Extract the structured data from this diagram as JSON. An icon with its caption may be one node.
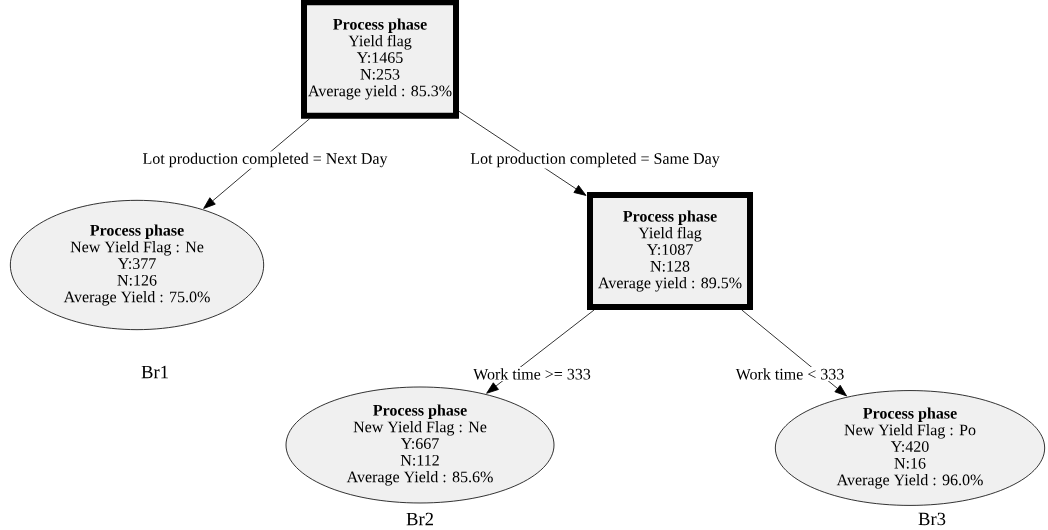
{
  "diagram": {
    "nodes": [
      {
        "text": [
          "Process phase",
          "Yield flag",
          "Y:1465",
          "N:253",
          "Average yield : 85.3%"
        ]
      },
      {
        "text": [
          "Process phase",
          "New Yield Flag : Ne",
          "Y:377",
          "N:126",
          "Average Yield : 75.0%"
        ],
        "beside": [
          "Br1"
        ]
      },
      {
        "text": [
          "Process phase",
          "Yield flag",
          "Y:1087",
          "N:128",
          "Average yield : 89.5%"
        ]
      },
      {
        "text": [
          "Process phase",
          "New Yield Flag : Ne",
          "Y:667",
          "N:112",
          "Average Yield : 85.6%"
        ],
        "beside": [
          "Br2"
        ]
      },
      {
        "text": [
          "Process phase",
          "New Yield Flag : Po",
          "Y:420",
          "N:16",
          "Average Yield : 96.0%"
        ],
        "beside": [
          "Br3"
        ]
      }
    ],
    "edges": [
      {
        "from": 0,
        "to": 1,
        "arrow": "to",
        "label": "Lot production completed = Next Day"
      },
      {
        "from": 0,
        "to": 2,
        "arrow": "to",
        "label": "Lot production completed = Same Day"
      },
      {
        "from": 2,
        "to": 3,
        "arrow": "to",
        "label": "Work time >= 333"
      },
      {
        "from": 2,
        "to": 4,
        "arrow": "to",
        "label": "Work time < 333"
      }
    ]
  }
}
